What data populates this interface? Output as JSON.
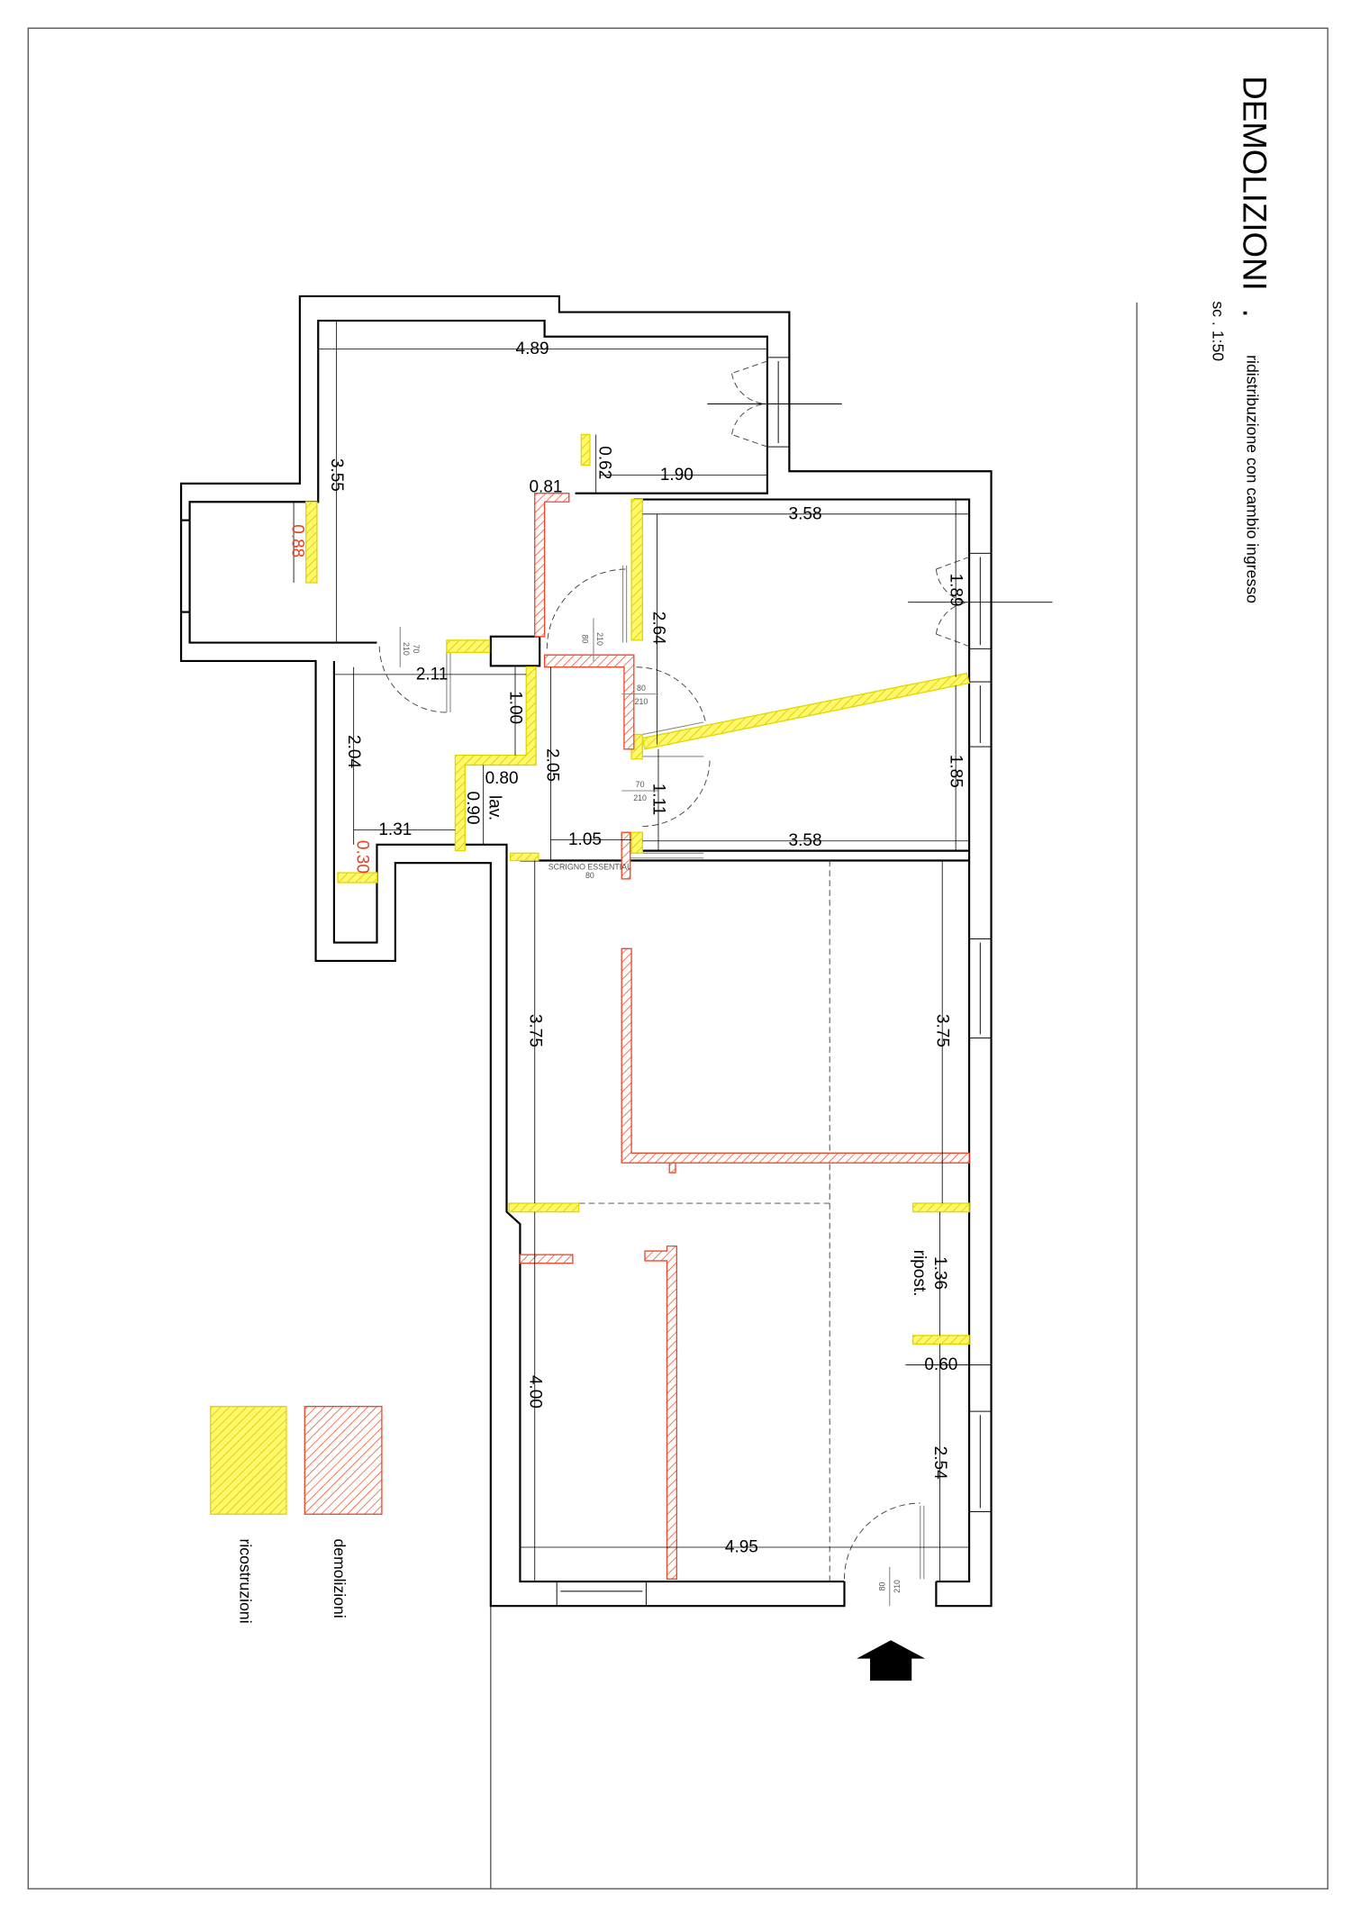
{
  "title": "DEMOLIZIONI",
  "title_separator": ".",
  "subtitle": "ridistribuzione con cambio ingresso",
  "scale": "sc .  1:50",
  "colors": {
    "ricostruzioni": "#fff44f",
    "demolizioni": "#ee4a2a"
  },
  "dimensions": [
    "4.89",
    "3.55",
    "0.88",
    "0.62",
    "1.90",
    "0.81",
    "3.58",
    "2.64",
    "1.89",
    "2.11",
    "1.00",
    "2.04",
    "2.05",
    "0.80",
    "0.90",
    "1.31",
    "0.30",
    "1.05",
    "3.58",
    "1.85",
    "1.11",
    "3.75",
    "3.75",
    "1.36",
    "0.60",
    "4.00",
    "2.54",
    "4.95"
  ],
  "room_labels": {
    "bathroom": "lav.",
    "storage": "ripost."
  },
  "door_tags": {
    "d1": [
      "70",
      "210"
    ],
    "d2": [
      "80",
      "210"
    ],
    "d3": [
      "80",
      "210"
    ],
    "d4": [
      "70",
      "210"
    ],
    "d5": [
      "80",
      "210"
    ],
    "sliding": [
      "SCRIGNO ESSENTIAL",
      "80"
    ]
  },
  "legend": {
    "ricostruzioni": "ricostruzioni",
    "demolizioni": "demolizioni"
  },
  "entrance_icon": "arrow-up-icon"
}
